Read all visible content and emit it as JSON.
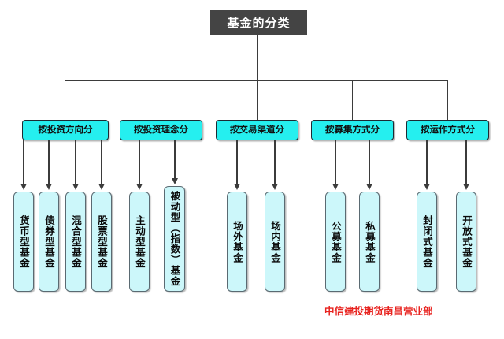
{
  "diagram": {
    "title": "基金的分类",
    "watermark": "中信建投期货南昌营业部",
    "colors": {
      "root_fill": "#444444",
      "root_text": "#ffffff",
      "category_fill": "#25efef",
      "leaf_fill": "#ccf7fa",
      "line": "#3b3b3b",
      "watermark_text": "#e8231f"
    },
    "categories": [
      {
        "label": "按投资方向分",
        "children": [
          {
            "label": "货币型基金"
          },
          {
            "label": "债券型基金"
          },
          {
            "label": "混合型基金"
          },
          {
            "label": "股票型基金"
          }
        ]
      },
      {
        "label": "按投资理念分",
        "children": [
          {
            "label": "主动型基金"
          },
          {
            "label": "被动型（指数）基金"
          }
        ]
      },
      {
        "label": "按交易渠道分",
        "children": [
          {
            "label": "场外基金"
          },
          {
            "label": "场内基金"
          }
        ]
      },
      {
        "label": "按募集方式分",
        "children": [
          {
            "label": "公募基金"
          },
          {
            "label": "私募基金"
          }
        ]
      },
      {
        "label": "按运作方式分",
        "children": [
          {
            "label": "封闭式基金"
          },
          {
            "label": "开放式基金"
          }
        ]
      }
    ]
  }
}
